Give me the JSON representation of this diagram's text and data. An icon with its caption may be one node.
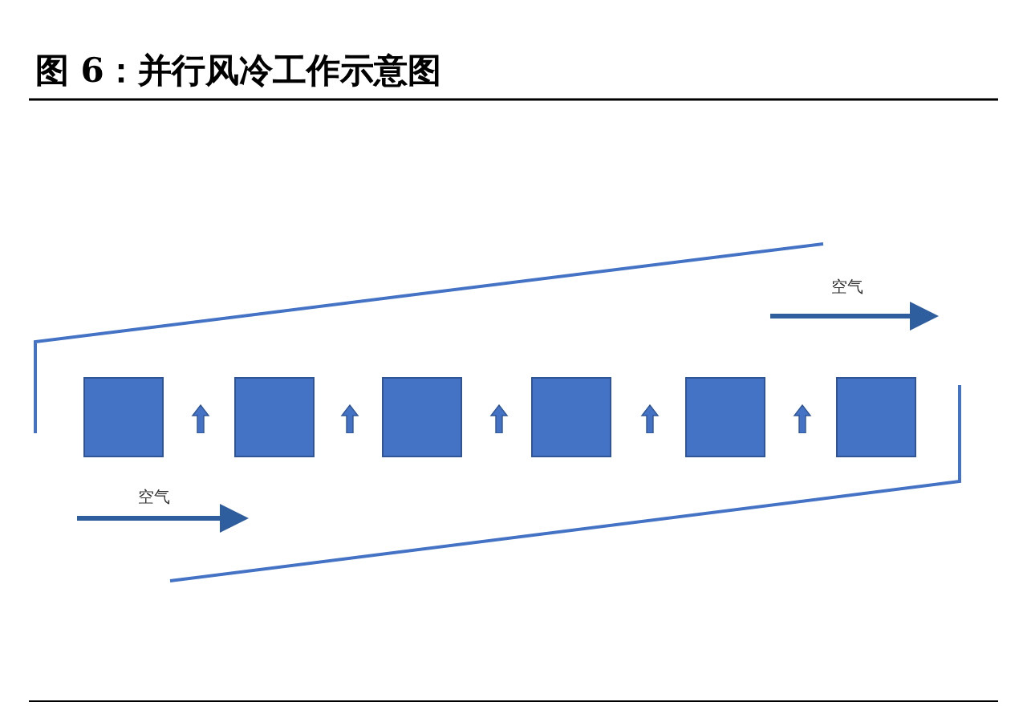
{
  "diagram": {
    "title": "图 6：并行风冷工作示意图",
    "nodes": [
      {
        "text": [],
        "shape": "box"
      },
      {
        "text": [],
        "shape": "arrow"
      },
      {
        "text": [],
        "shape": "box"
      },
      {
        "text": [],
        "shape": "arrow"
      },
      {
        "text": [],
        "shape": "box"
      },
      {
        "text": [],
        "shape": "arrow"
      },
      {
        "text": [],
        "shape": "box"
      },
      {
        "text": [],
        "shape": "arrow"
      },
      {
        "text": [],
        "shape": "box"
      },
      {
        "text": [],
        "shape": "arrow"
      },
      {
        "text": [],
        "shape": "box"
      }
    ],
    "labels": [
      "空气",
      "空气"
    ]
  }
}
